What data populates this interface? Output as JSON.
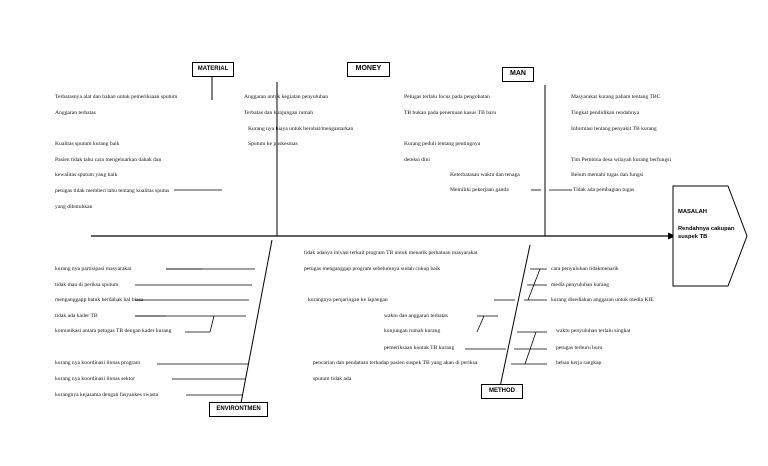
{
  "categories": {
    "material": "MATERIAL",
    "money": "MONEY",
    "man": "MAN",
    "method": "METHOD",
    "environment": "ENVIRONTMEN"
  },
  "problem": {
    "title": "MASALAH",
    "line1": "Rendahnya cakupan",
    "line2": "suspek TB"
  },
  "material": [
    "Terbatasnya alat dan bahan untuk pemeriksaan sputum",
    "Anggaran terbatas",
    "Kualitas sputum kurang baik",
    "Pasien tidak tahu cara mengeluarkan dahak dan",
    "kewalitas sputum yang baik",
    "petugas tidak memberi tahu tentang kualitas sputus",
    "yang dibutuhkan"
  ],
  "money": [
    "Anggaran untuk kegiatan penyuluhan",
    "Terbatas dan kunjungan rumah",
    "Kurang nya biaya untuk berobat/mengantarkan",
    "Sputum ke puskesmas"
  ],
  "man": [
    "Petugas terlalu focus pada pengobatan",
    "TB bukan pada penemuan kasus TB baru",
    "Kurang peduli tentang pentingnya",
    "deteksi dini",
    "Keterbatasan waktu dan tenaga",
    "Memiliki pekerjaan ganda",
    "Masyarakat kurang paham tentang TBC",
    "Tingkat pendidikan rendahnya",
    "Informasi tentang penyakit TB kurang",
    "Tim Pembina desa wilayah kurang berfungsi",
    "Belum memahi tugas dan fungsi",
    "Tidak ada pembagian tugas"
  ],
  "environment": [
    "kurang nya partisipasi masyarakat",
    "tidak mau di periksa sputum",
    "menganggapp batuk berdahak hal biasa",
    "tidak ada kader TB",
    "komunikasi antara petugas TB dengan kader kurang",
    "kurang nya koordinasi linnas program",
    "kurang nya koordinasi linnas sektor",
    "kurangnya kejasama dengan fasyankes swasta"
  ],
  "method": [
    "tidak adanya inivasi terkait program TB untuk menarik perhatuan masyarakat",
    "petugas menganggap program sebelumnya sudah cukup baik",
    "kurangnya penjaringan ke lapangan",
    "waktu dan anggaran terbatas",
    "kunjungan rumah kurang",
    "pemeriksaan kontak TB kurang",
    "pencarian dan pendataan terhadap pasien suspek TB yang akan di periksa",
    "sputum tidak ada",
    "cara penyuluhan tidakmenarik",
    "media penyuluhan kurang",
    "kurang disediakan anggaran untuk media KIE",
    "waktu penyuluhan terlalu singkat",
    "petugas terburu buru",
    "beban kerja rangkap"
  ]
}
